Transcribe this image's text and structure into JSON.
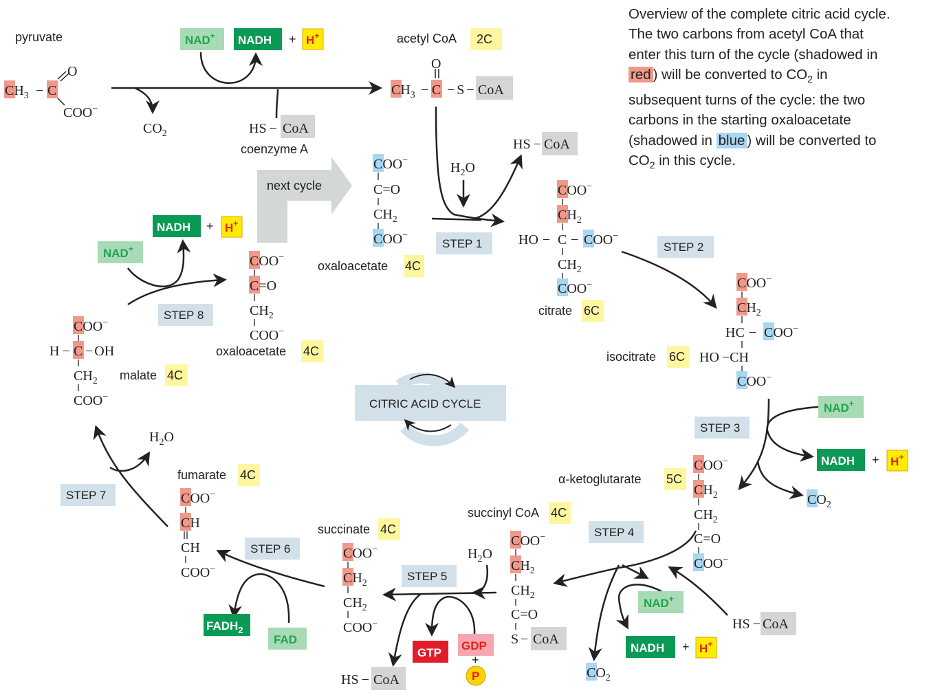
{
  "overview": {
    "line1": "Overview of the complete citric acid cycle.",
    "line2": "The two carbons from acetyl CoA that",
    "line3": "enter this turn of the cycle (shadowed in",
    "red_word": "red",
    "line4_rest": ") will be converted to CO",
    "line4_end": " in",
    "line5": "subsequent turns of the cycle: the two",
    "line6": "carbons in the starting oxaloacetate",
    "line7_start": "(shadowed in ",
    "blue_word": "blue",
    "line7_rest": ") will be converted to",
    "line8_start": "CO",
    "line8_rest": " in this cycle.",
    "sub2": "2"
  },
  "center_label": "CITRIC ACID CYCLE",
  "next_cycle": "next cycle",
  "steps": [
    "STEP 1",
    "STEP 2",
    "STEP 3",
    "STEP 4",
    "STEP 5",
    "STEP 6",
    "STEP 7",
    "STEP 8"
  ],
  "molecules": {
    "pyruvate": "pyruvate",
    "acetyl_coa": "acetyl CoA",
    "coenzyme_a": "coenzyme A",
    "oxaloacetate": "oxaloacetate",
    "citrate": "citrate",
    "isocitrate": "isocitrate",
    "ketoglutarate": "α-ketoglutarate",
    "succinyl_coa": "succinyl CoA",
    "succinate": "succinate",
    "fumarate": "fumarate",
    "malate": "malate"
  },
  "carbon_counts": {
    "two": "2C",
    "four": "4C",
    "five": "5C",
    "six": "6C"
  },
  "cofactors": {
    "nad": "NAD",
    "nadh": "NADH",
    "h": "H",
    "plus_sup": "+",
    "plus": "+",
    "fad": "FAD",
    "fadh": "FADH",
    "gtp": "GTP",
    "gdp": "GDP",
    "p": "P"
  },
  "chem": {
    "c": "C",
    "h3": "H",
    "coo": "OO",
    "coo_full": "COO",
    "minus": "−",
    "o": "O",
    "eq_o": "=O",
    "s": "S",
    "coa": "CoA",
    "hs": "HS",
    "dash": "−",
    "co2": "CO",
    "h2o_h": "H",
    "h2o_o": "O",
    "sub2": "2",
    "sub3": "3",
    "ch2": "H",
    "ch": "H",
    "ho": "HO",
    "hc": "HC",
    "oh": "OH",
    "h_dash": "H"
  },
  "colors": {
    "red_shade": "#f0998a",
    "blue_shade": "#a9d6f0",
    "nadh_green": "#0a9a55",
    "nad_light": "#a8dab5",
    "nad_text": "#1fa34f",
    "h_yellow": "#ffec00",
    "h_red_text": "#e2231a",
    "count_yellow": "#fff6a0",
    "step_box": "#d2e0ea",
    "coa_grey": "#d3d6d5",
    "gtp_red": "#e21d2b",
    "gdp_pink": "#f5a6b0",
    "p_yellow": "#ffd200",
    "arrow_grey": "#d3d7d5"
  }
}
